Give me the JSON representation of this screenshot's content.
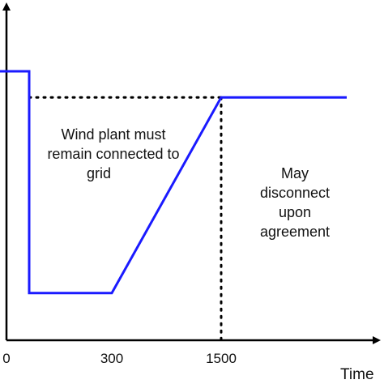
{
  "chart_data": {
    "type": "line",
    "title": "",
    "xlabel": "Time",
    "ylabel": "",
    "x_ticks": [
      "0",
      "300",
      "1500"
    ],
    "grid": false,
    "legend": "none",
    "series": [
      {
        "points": [
          {
            "x": 0,
            "y": 1.0
          },
          {
            "x": 150,
            "y": 1.0
          },
          {
            "x": 150,
            "y": 0.15
          },
          {
            "x": 300,
            "y": 0.15
          },
          {
            "x": 1500,
            "y": 0.9
          },
          {
            "x": 2000,
            "y": 0.9
          }
        ],
        "color": "#1a1aff"
      }
    ],
    "reference_lines": [
      {
        "kind": "horizontal",
        "y": 0.9,
        "style": "dotted",
        "color": "#000000"
      },
      {
        "kind": "vertical",
        "x": 1500,
        "style": "dotted",
        "color": "#000000"
      }
    ],
    "annotations": [
      {
        "id": "wind",
        "lines": [
          "Wind plant must",
          "remain connected to",
          "grid"
        ]
      },
      {
        "id": "disconnect",
        "lines": [
          "May",
          "disconnect",
          "upon",
          "agreement"
        ]
      }
    ]
  }
}
